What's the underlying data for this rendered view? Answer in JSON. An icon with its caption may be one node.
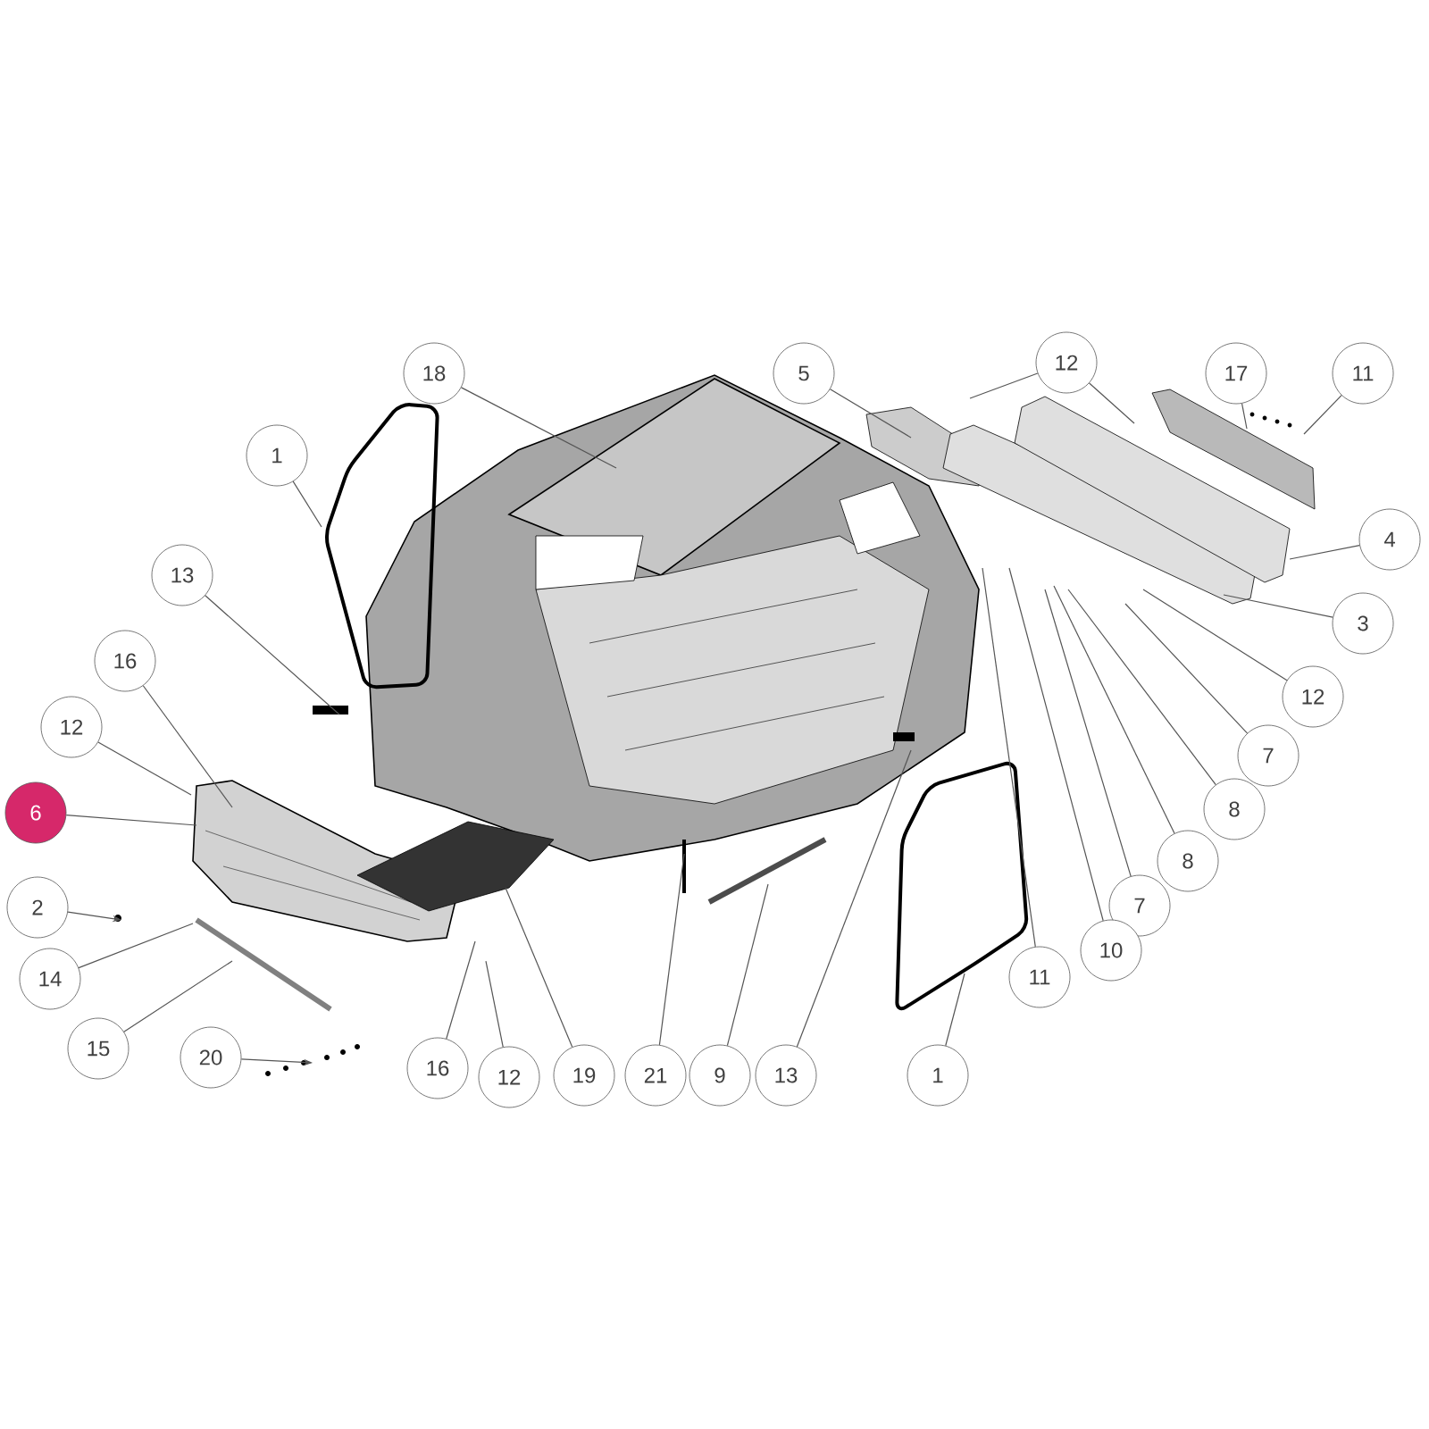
{
  "diagram": {
    "nodes": [
      {
        "text": [
          "18"
        ]
      },
      {
        "text": [
          "5"
        ]
      },
      {
        "text": [
          "12"
        ]
      },
      {
        "text": [
          "17"
        ]
      },
      {
        "text": [
          "11"
        ]
      },
      {
        "text": [
          "1"
        ]
      },
      {
        "text": [
          "4"
        ]
      },
      {
        "text": [
          "13"
        ]
      },
      {
        "text": [
          "3"
        ]
      },
      {
        "text": [
          "16"
        ]
      },
      {
        "text": [
          "12"
        ]
      },
      {
        "text": [
          "12"
        ]
      },
      {
        "text": [
          "7"
        ]
      },
      {
        "text": [
          "6"
        ]
      },
      {
        "text": [
          "8"
        ]
      },
      {
        "text": [
          "8"
        ]
      },
      {
        "text": [
          "2"
        ]
      },
      {
        "text": [
          "7"
        ]
      },
      {
        "text": [
          "10"
        ]
      },
      {
        "text": [
          "14"
        ]
      },
      {
        "text": [
          "11"
        ]
      },
      {
        "text": [
          "15"
        ]
      },
      {
        "text": [
          "20"
        ]
      },
      {
        "text": [
          "16"
        ]
      },
      {
        "text": [
          "12"
        ]
      },
      {
        "text": [
          "19"
        ]
      },
      {
        "text": [
          "21"
        ]
      },
      {
        "text": [
          "9"
        ]
      },
      {
        "text": [
          "13"
        ]
      },
      {
        "text": [
          "1"
        ]
      }
    ],
    "edges": [
      {
        "from": 0,
        "to": null,
        "arrow": "none"
      },
      {
        "from": 1,
        "to": null,
        "arrow": "none"
      },
      {
        "from": 2,
        "to": null,
        "arrow": "none"
      },
      {
        "from": 2,
        "to": null,
        "arrow": "none"
      },
      {
        "from": 3,
        "to": null,
        "arrow": "none"
      },
      {
        "from": 4,
        "to": null,
        "arrow": "none"
      },
      {
        "from": 5,
        "to": null,
        "arrow": "none"
      },
      {
        "from": 6,
        "to": null,
        "arrow": "none"
      },
      {
        "from": 7,
        "to": null,
        "arrow": "none"
      },
      {
        "from": 8,
        "to": null,
        "arrow": "none"
      },
      {
        "from": 9,
        "to": null,
        "arrow": "none"
      },
      {
        "from": 10,
        "to": null,
        "arrow": "none"
      },
      {
        "from": 11,
        "to": null,
        "arrow": "none"
      },
      {
        "from": 12,
        "to": null,
        "arrow": "none"
      },
      {
        "from": 13,
        "to": null,
        "arrow": "none"
      },
      {
        "from": 14,
        "to": null,
        "arrow": "none"
      },
      {
        "from": 15,
        "to": null,
        "arrow": "none"
      },
      {
        "from": 16,
        "to": null,
        "arrow": "to"
      },
      {
        "from": 17,
        "to": null,
        "arrow": "none"
      },
      {
        "from": 18,
        "to": null,
        "arrow": "none"
      },
      {
        "from": 19,
        "to": null,
        "arrow": "none"
      },
      {
        "from": 20,
        "to": null,
        "arrow": "none"
      },
      {
        "from": 21,
        "to": null,
        "arrow": "none"
      },
      {
        "from": 22,
        "to": null,
        "arrow": "to"
      },
      {
        "from": 23,
        "to": null,
        "arrow": "none"
      },
      {
        "from": 24,
        "to": null,
        "arrow": "none"
      },
      {
        "from": 25,
        "to": null,
        "arrow": "none"
      },
      {
        "from": 26,
        "to": null,
        "arrow": "none"
      },
      {
        "from": 27,
        "to": null,
        "arrow": "none"
      },
      {
        "from": 28,
        "to": null,
        "arrow": "none"
      },
      {
        "from": 29,
        "to": null,
        "arrow": "none"
      }
    ]
  }
}
